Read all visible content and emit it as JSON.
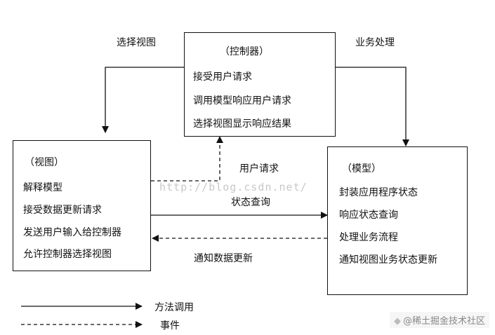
{
  "controller": {
    "title": "（控制器）",
    "lines": [
      "接受用户请求",
      "调用模型响应用户请求",
      "选择视图显示响应结果"
    ]
  },
  "view": {
    "title": "（视图）",
    "lines": [
      "解释模型",
      "接受数据更新请求",
      "发送用户输入给控制器",
      "允许控制器选择视图"
    ]
  },
  "model": {
    "title": "（模型）",
    "lines": [
      "封装应用程序状态",
      "响应状态查询",
      "处理业务流程",
      "通知视图业务状态更新"
    ]
  },
  "arrows": {
    "select_view": "选择视图",
    "business": "业务处理",
    "user_request": "用户请求",
    "state_query": "状态查询",
    "notify_update": "通知数据更新"
  },
  "legend": {
    "method_call": "方法调用",
    "event": "事件"
  },
  "watermark": "http://blog.csdn.net/",
  "brand": "@稀土掘金技术社区"
}
